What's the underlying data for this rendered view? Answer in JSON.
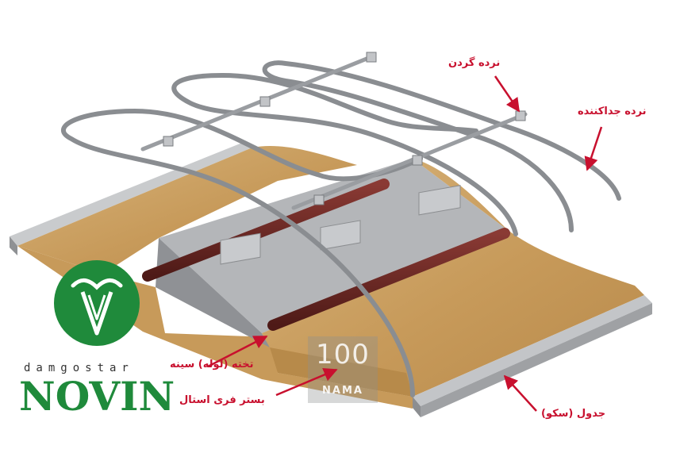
{
  "labels": {
    "neck_rail": "نرده گردن",
    "separator_rail": "نرده جداکننده",
    "plank": "تخته (لوله) سینه",
    "bed": "بستر فری استال",
    "curb": "جدول (سکو)"
  },
  "brand": {
    "sub": "damgostar",
    "name": "NOVIN",
    "color": "#1f8a3b"
  },
  "watermark": {
    "number": "100",
    "word": "NAMA"
  },
  "colors": {
    "label": "#c8102e",
    "bedding": "#c9a064",
    "curb": "#b5b7ba",
    "slab": "#a9abae",
    "brisket_pipe": "#6b2320",
    "rail": "#8d9094"
  }
}
